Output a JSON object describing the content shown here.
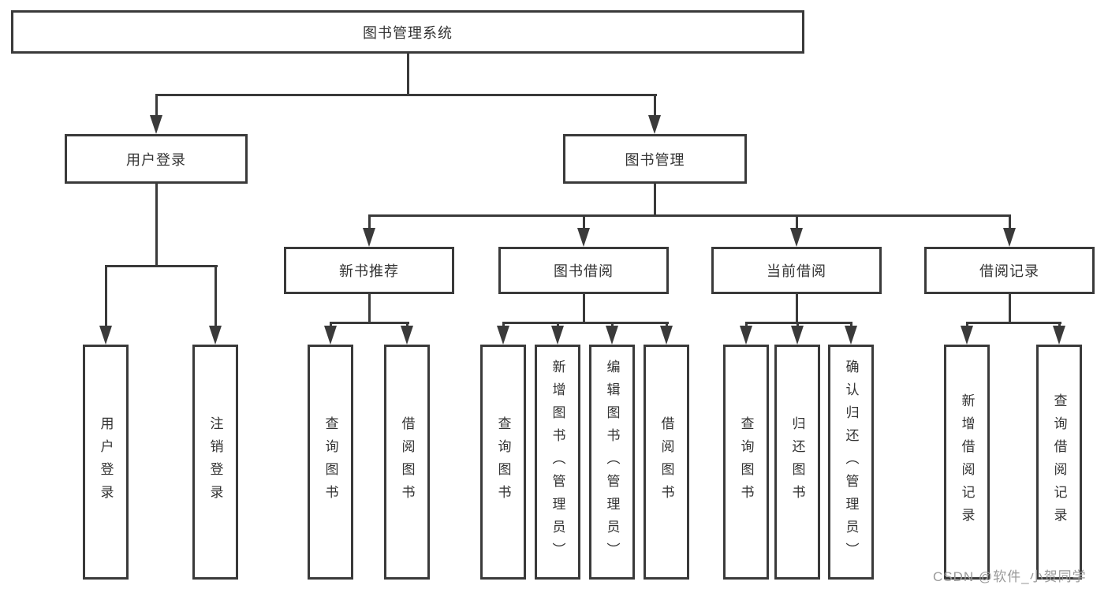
{
  "tree": {
    "root": "图书管理系统",
    "branches": [
      {
        "label": "用户登录",
        "leaves": [
          "用户登录",
          "注销登录"
        ]
      },
      {
        "label": "图书管理",
        "sections": [
          {
            "label": "新书推荐",
            "leaves": [
              "查询图书",
              "借阅图书"
            ]
          },
          {
            "label": "图书借阅",
            "leaves": [
              "查询图书",
              "新增图书（管理员）",
              "编辑图书（管理员）",
              "借阅图书"
            ]
          },
          {
            "label": "当前借阅",
            "leaves": [
              "查询图书",
              "归还图书",
              "确认归还（管理员）"
            ]
          },
          {
            "label": "借阅记录",
            "leaves": [
              "新增借阅记录",
              "查询借阅记录"
            ]
          }
        ]
      }
    ]
  },
  "watermark": {
    "text": "CSDN @软件_小贺同学"
  },
  "colors": {
    "line": "#3a3a3a",
    "text": "#333333",
    "watermark": "#9a9a9a",
    "background": "#ffffff"
  }
}
